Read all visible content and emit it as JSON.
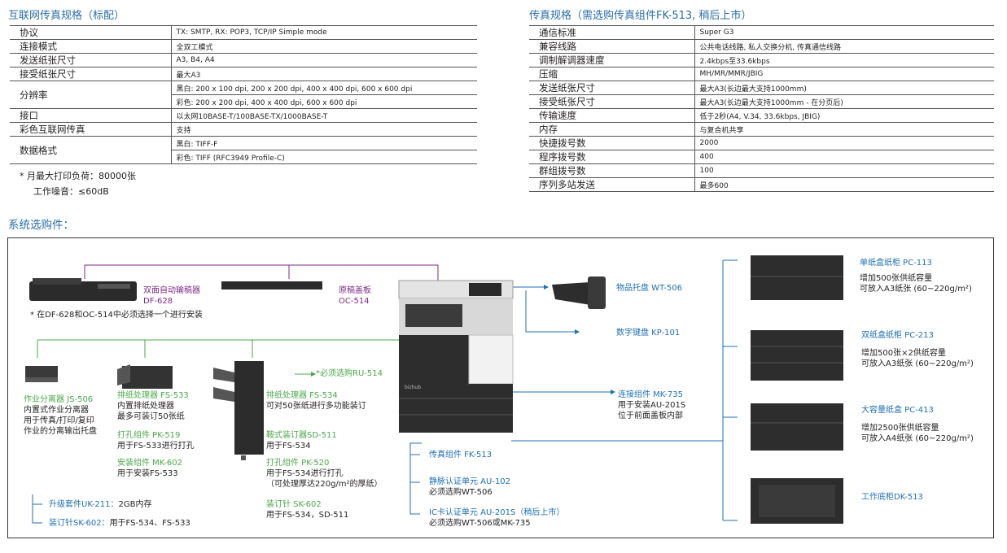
{
  "left_spec": {
    "title": "互联网传真规格（标配）",
    "rows": [
      {
        "key": "协议",
        "values": [
          "TX: SMTP, RX: POP3, TCP/IP Simple mode"
        ]
      },
      {
        "key": "连接模式",
        "values": [
          "全双工模式"
        ]
      },
      {
        "key": "发送纸张尺寸",
        "values": [
          "A3, B4, A4"
        ]
      },
      {
        "key": "接受纸张尺寸",
        "values": [
          "最大A3"
        ]
      },
      {
        "key": "分辨率",
        "values": [
          "黑白: 200 x 100 dpi, 200 x 200 dpi, 400 x 400 dpi, 600 x 600 dpi",
          "彩色: 200 x 200 dpi, 400 x 400 dpi, 600 x 600 dpi"
        ]
      },
      {
        "key": "接口",
        "values": [
          "以太网10BASE-T/100BASE-TX/1000BASE-T"
        ]
      },
      {
        "key": "彩色互联网传真",
        "values": [
          "支持"
        ]
      },
      {
        "key": "数据格式",
        "values": [
          "黑白: TIFF-F",
          "彩色: TIFF (RFC3949 Profile-C)"
        ]
      }
    ],
    "notes": [
      "*  月最大打印负荷：80000张",
      "工作噪音：≤60dB"
    ]
  },
  "right_spec": {
    "title": "传真规格（需选购传真组件FK-513, 稍后上市）",
    "rows": [
      {
        "key": "通信标准",
        "value": "Super G3"
      },
      {
        "key": "兼容线路",
        "value": "公共电话线路, 私人交换分机, 传真通信线路"
      },
      {
        "key": "调制解调器速度",
        "value": "2.4kbps至33.6kbps"
      },
      {
        "key": "压缩",
        "value": "MH/MR/MMR/JBIG"
      },
      {
        "key": "发送纸张尺寸",
        "value": "最大A3(长边最大支持1000mm)"
      },
      {
        "key": "接受纸张尺寸",
        "value": "最大A3(长边最大支持1000mm - 在分页后)"
      },
      {
        "key": "传输速度",
        "value": "低于2秒(A4, V.34, 33.6kbps, JBIG)"
      },
      {
        "key": "内存",
        "value": "与复合机共享"
      },
      {
        "key": "快捷拨号数",
        "value": "2000"
      },
      {
        "key": "程序拨号数",
        "value": "400"
      },
      {
        "key": "群组拨号数",
        "value": "100"
      },
      {
        "key": "序列多站发送",
        "value": "最多600"
      }
    ]
  },
  "options": {
    "title": "系统选购件：",
    "df628": [
      "双面自动输稿器",
      "DF-628"
    ],
    "oc514": [
      "原稿盖板",
      "OC-514"
    ],
    "df_note": "* 在DF-628和OC-514中必须选择一个进行安装",
    "wt506": "物品托盘 WT-506",
    "kp101": "数字键盘 KP-101",
    "mk735": {
      "name": "连接组件 MK-735",
      "desc": [
        "用于安装AU-201S",
        "位于前面盖板内部"
      ]
    },
    "js506": {
      "name": "作业分离器 JS-506",
      "desc": [
        "内置式作业分离器",
        "用于传真/打印/复印",
        "作业的分离输出托盘"
      ]
    },
    "fs533": {
      "name": "排纸处理器 FS-533",
      "desc": [
        "内置排纸处理器",
        "最多可装订50张纸"
      ]
    },
    "pk519": {
      "name": "打孔组件 PK-519",
      "desc": "用于FS-533进行打孔"
    },
    "mk602": {
      "name": "安装组件 MK-602",
      "desc": "用于安装FS-533"
    },
    "ru514": "*必须选购RU-514",
    "fs534": {
      "name": "排纸处理器 FS-534",
      "desc": "可对50张纸进行多功能装订"
    },
    "sd511": {
      "name": "鞍式装订器SD-511",
      "desc": "用于FS-534"
    },
    "pk520": {
      "name": "打孔组件 PK-520",
      "desc": [
        "用于FS-534进行打孔",
        "（可处理厚达220g/m²的厚纸）"
      ]
    },
    "sk602": {
      "name": "装订针 SK-602",
      "desc": "用于FS-534，SD-511"
    },
    "uk211": {
      "name": "升级套件UK-211：",
      "desc": "2GB内存"
    },
    "sk602b": {
      "name": "装订针SK-602：",
      "desc": "用于FS-534、FS-533"
    },
    "fk513": "传真组件 FK-513",
    "au102": {
      "name": "静脉认证单元 AU-102",
      "desc": "必须选购WT-506"
    },
    "au201s": {
      "name": "IC卡认证单元 AU-201S（稍后上市）",
      "desc": "必须选购WT-506或MK-735"
    },
    "pc113": {
      "name": "单纸盒纸柜 PC-113",
      "desc": [
        "增加500张供纸容量",
        "可放入A3纸张 (60~220g/m²)"
      ]
    },
    "pc213": {
      "name": "双纸盒纸柜 PC-213",
      "desc": [
        "增加500张×2供纸容量",
        "可放入A3纸张 (60~220g/m²)"
      ]
    },
    "pc413": {
      "name": "大容量纸盒 PC-413",
      "desc": [
        "增加2500张供纸容量",
        "可放入A4纸张 (60~220g/m²)"
      ]
    },
    "dk513": "工作底柜DK-513",
    "printer_model": "bizhub"
  },
  "colors": {
    "blue": "#1f6fb5",
    "green": "#4aa84a",
    "purple": "#7b2a83",
    "title": "#2a6ea8"
  }
}
